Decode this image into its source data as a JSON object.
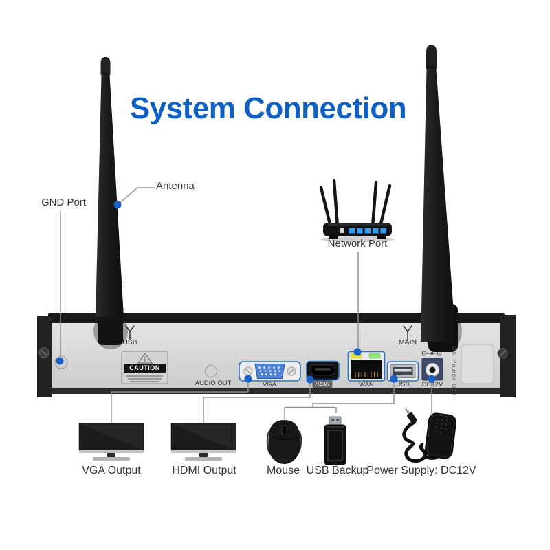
{
  "title": "System Connection",
  "callouts": {
    "gnd_port": "GND Port",
    "antenna": "Antenna",
    "network_port": "Network Port"
  },
  "rear_panel": {
    "antenna_port_labels": {
      "left": "USB",
      "right": "MAIN"
    },
    "caution_label": "CAUTION",
    "port_labels": {
      "audio_out": "AUDIO OUT",
      "vga": "VGA",
      "hdmi": "HDMI",
      "wan": "WAN",
      "usb": "USB",
      "dc12v": "DC12V"
    },
    "power_switch_label": "ON Power OFF"
  },
  "peripheral_labels": {
    "vga_output": "VGA Output",
    "hdmi_output": "HDMI Output",
    "mouse": "Mouse",
    "usb_backup": "USB Backup",
    "power_supply": "Power Supply: DC12V"
  },
  "icons": {
    "antenna_symbol": "antenna-symbol-icon",
    "warning_triangle": "warning-triangle-icon",
    "dc_polarity": "dc-polarity-icon",
    "screw": "screw-icon"
  },
  "colors": {
    "title": "#1060c4",
    "callout_dot": "#1a62c5",
    "port_outline": "#2e6fc9",
    "panel": "#d8d8d8",
    "wan_led_left": "#e6e03a",
    "wan_led_right": "#90e878",
    "router_port_leds": "#389ef0",
    "leader_line": "#8f8f8f"
  }
}
